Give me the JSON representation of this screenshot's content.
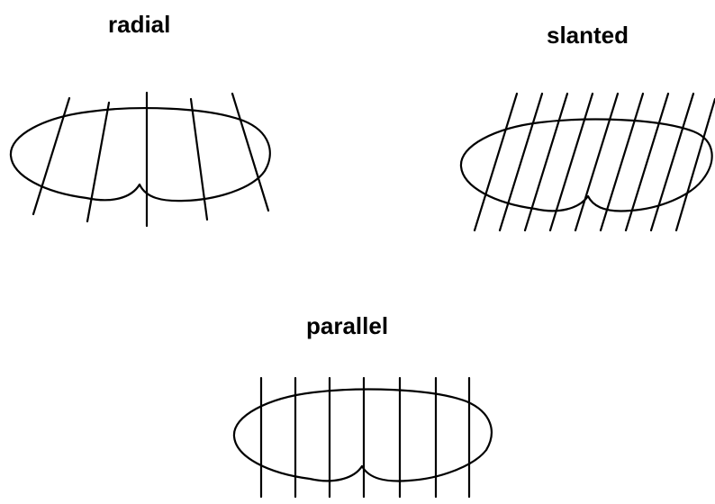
{
  "labels": {
    "radial": "radial",
    "slanted": "slanted",
    "parallel": "parallel"
  }
}
